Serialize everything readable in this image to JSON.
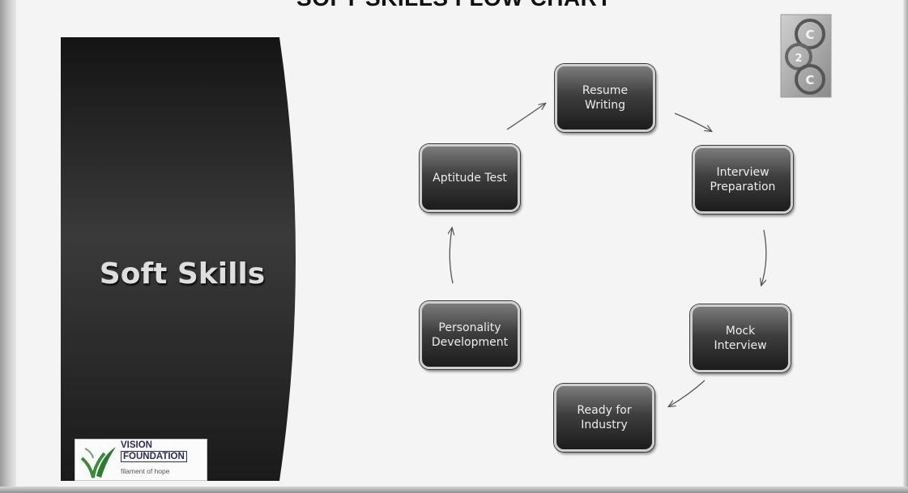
{
  "slide": {
    "title": "SOFT SKILLS FLOW CHART"
  },
  "panel": {
    "label": "Soft Skills"
  },
  "flow": {
    "nodes": [
      {
        "id": "resume",
        "text": "Resume\nWriting"
      },
      {
        "id": "interview",
        "text": "Interview\nPreparation"
      },
      {
        "id": "mock",
        "text": "Mock\nInterview"
      },
      {
        "id": "ready",
        "text": "Ready for\nIndustry"
      },
      {
        "id": "personality",
        "text": "Personality\nDevelopment"
      },
      {
        "id": "aptitude",
        "text": "Aptitude Test"
      }
    ],
    "edges": [
      {
        "from": "resume",
        "to": "interview"
      },
      {
        "from": "interview",
        "to": "mock"
      },
      {
        "from": "mock",
        "to": "ready"
      },
      {
        "from": "personality",
        "to": "aptitude"
      },
      {
        "from": "aptitude",
        "to": "resume"
      }
    ]
  },
  "logo_vision": {
    "name_line1": "VISION",
    "name_line2": "FOUNDATION",
    "tagline": "filament of hope"
  },
  "logo_c2c": {
    "letters": [
      "C",
      "2",
      "C"
    ]
  },
  "colors": {
    "box_fill": "#2e2e2e",
    "box_border": "#cfcfcf",
    "panel_fill": "#2a2a2a",
    "arrow": "#555555"
  }
}
